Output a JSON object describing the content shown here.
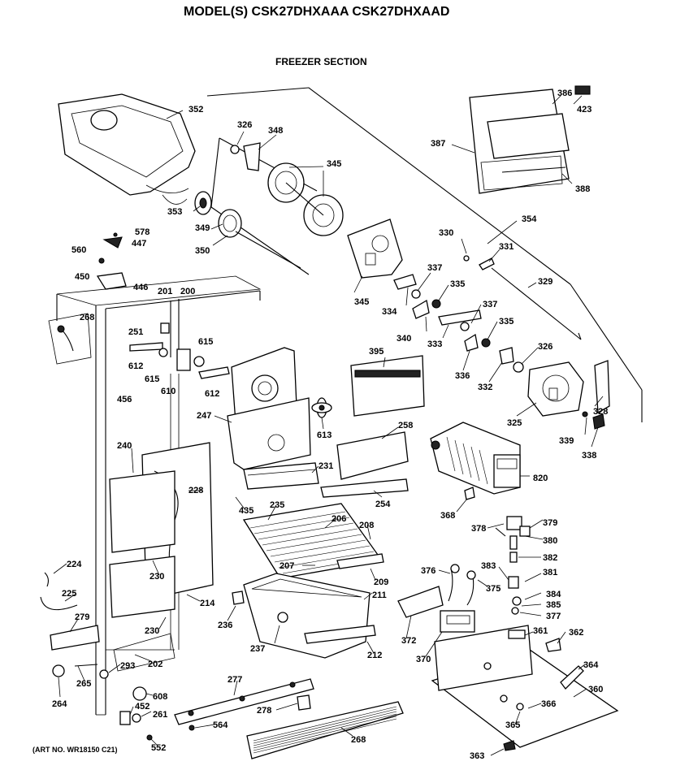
{
  "header": {
    "title": "MODEL(S) CSK27DHXAAA  CSK27DHXAAD",
    "section": "FREEZER SECTION"
  },
  "footer": {
    "art_number": "(ART NO. WR18150 C21)"
  },
  "callouts": [
    {
      "id": "c352",
      "text": "352"
    },
    {
      "id": "c326a",
      "text": "326"
    },
    {
      "id": "c348",
      "text": "348"
    },
    {
      "id": "c345a",
      "text": "345"
    },
    {
      "id": "c353",
      "text": "353"
    },
    {
      "id": "c349",
      "text": "349"
    },
    {
      "id": "c350",
      "text": "350"
    },
    {
      "id": "c578",
      "text": "578"
    },
    {
      "id": "c447",
      "text": "447"
    },
    {
      "id": "c560",
      "text": "560"
    },
    {
      "id": "c450",
      "text": "450"
    },
    {
      "id": "c446",
      "text": "446"
    },
    {
      "id": "c268",
      "text": "268"
    },
    {
      "id": "c201",
      "text": "201"
    },
    {
      "id": "c200",
      "text": "200"
    },
    {
      "id": "c251",
      "text": "251"
    },
    {
      "id": "c615a",
      "text": "615"
    },
    {
      "id": "c612a",
      "text": "612"
    },
    {
      "id": "c615b",
      "text": "615"
    },
    {
      "id": "c610",
      "text": "610"
    },
    {
      "id": "c612b",
      "text": "612"
    },
    {
      "id": "c456",
      "text": "456"
    },
    {
      "id": "c345b",
      "text": "345"
    },
    {
      "id": "c334",
      "text": "334"
    },
    {
      "id": "c337a",
      "text": "337"
    },
    {
      "id": "c340",
      "text": "340"
    },
    {
      "id": "c335a",
      "text": "335"
    },
    {
      "id": "c333",
      "text": "333"
    },
    {
      "id": "c337b",
      "text": "337"
    },
    {
      "id": "c335b",
      "text": "335"
    },
    {
      "id": "c336",
      "text": "336"
    },
    {
      "id": "c332",
      "text": "332"
    },
    {
      "id": "c326b",
      "text": "326"
    },
    {
      "id": "c325",
      "text": "325"
    },
    {
      "id": "c328",
      "text": "328"
    },
    {
      "id": "c339",
      "text": "339"
    },
    {
      "id": "c338",
      "text": "338"
    },
    {
      "id": "c330",
      "text": "330"
    },
    {
      "id": "c331",
      "text": "331"
    },
    {
      "id": "c329",
      "text": "329"
    },
    {
      "id": "c354",
      "text": "354"
    },
    {
      "id": "c386",
      "text": "386"
    },
    {
      "id": "c423",
      "text": "423"
    },
    {
      "id": "c387",
      "text": "387"
    },
    {
      "id": "c388",
      "text": "388"
    },
    {
      "id": "c395",
      "text": "395"
    },
    {
      "id": "c247",
      "text": "247"
    },
    {
      "id": "c613",
      "text": "613"
    },
    {
      "id": "c258",
      "text": "258"
    },
    {
      "id": "c820",
      "text": "820"
    },
    {
      "id": "c240",
      "text": "240"
    },
    {
      "id": "c228",
      "text": "228"
    },
    {
      "id": "c231",
      "text": "231"
    },
    {
      "id": "c254",
      "text": "254"
    },
    {
      "id": "c435",
      "text": "435"
    },
    {
      "id": "c235",
      "text": "235"
    },
    {
      "id": "c206",
      "text": "206"
    },
    {
      "id": "c208",
      "text": "208"
    },
    {
      "id": "c368",
      "text": "368"
    },
    {
      "id": "c378",
      "text": "378"
    },
    {
      "id": "c379",
      "text": "379"
    },
    {
      "id": "c380",
      "text": "380"
    },
    {
      "id": "c382",
      "text": "382"
    },
    {
      "id": "c224",
      "text": "224"
    },
    {
      "id": "c230a",
      "text": "230"
    },
    {
      "id": "c207",
      "text": "207"
    },
    {
      "id": "c209",
      "text": "209"
    },
    {
      "id": "c376",
      "text": "376"
    },
    {
      "id": "c383",
      "text": "383"
    },
    {
      "id": "c381",
      "text": "381"
    },
    {
      "id": "c225",
      "text": "225"
    },
    {
      "id": "c214",
      "text": "214"
    },
    {
      "id": "c211",
      "text": "211"
    },
    {
      "id": "c375",
      "text": "375"
    },
    {
      "id": "c384",
      "text": "384"
    },
    {
      "id": "c385",
      "text": "385"
    },
    {
      "id": "c377",
      "text": "377"
    },
    {
      "id": "c279",
      "text": "279"
    },
    {
      "id": "c236",
      "text": "236"
    },
    {
      "id": "c230b",
      "text": "230"
    },
    {
      "id": "c372",
      "text": "372"
    },
    {
      "id": "c361",
      "text": "361"
    },
    {
      "id": "c362",
      "text": "362"
    },
    {
      "id": "c237",
      "text": "237"
    },
    {
      "id": "c212",
      "text": "212"
    },
    {
      "id": "c370",
      "text": "370"
    },
    {
      "id": "c202",
      "text": "202"
    },
    {
      "id": "c293",
      "text": "293"
    },
    {
      "id": "c265",
      "text": "265"
    },
    {
      "id": "c364",
      "text": "364"
    },
    {
      "id": "c277",
      "text": "277"
    },
    {
      "id": "c360",
      "text": "360"
    },
    {
      "id": "c264",
      "text": "264"
    },
    {
      "id": "c608",
      "text": "608"
    },
    {
      "id": "c452",
      "text": "452"
    },
    {
      "id": "c261",
      "text": "261"
    },
    {
      "id": "c278",
      "text": "278"
    },
    {
      "id": "c366",
      "text": "366"
    },
    {
      "id": "c564",
      "text": "564"
    },
    {
      "id": "c365",
      "text": "365"
    },
    {
      "id": "c268b",
      "text": "268"
    },
    {
      "id": "c552",
      "text": "552"
    },
    {
      "id": "c363",
      "text": "363"
    }
  ]
}
